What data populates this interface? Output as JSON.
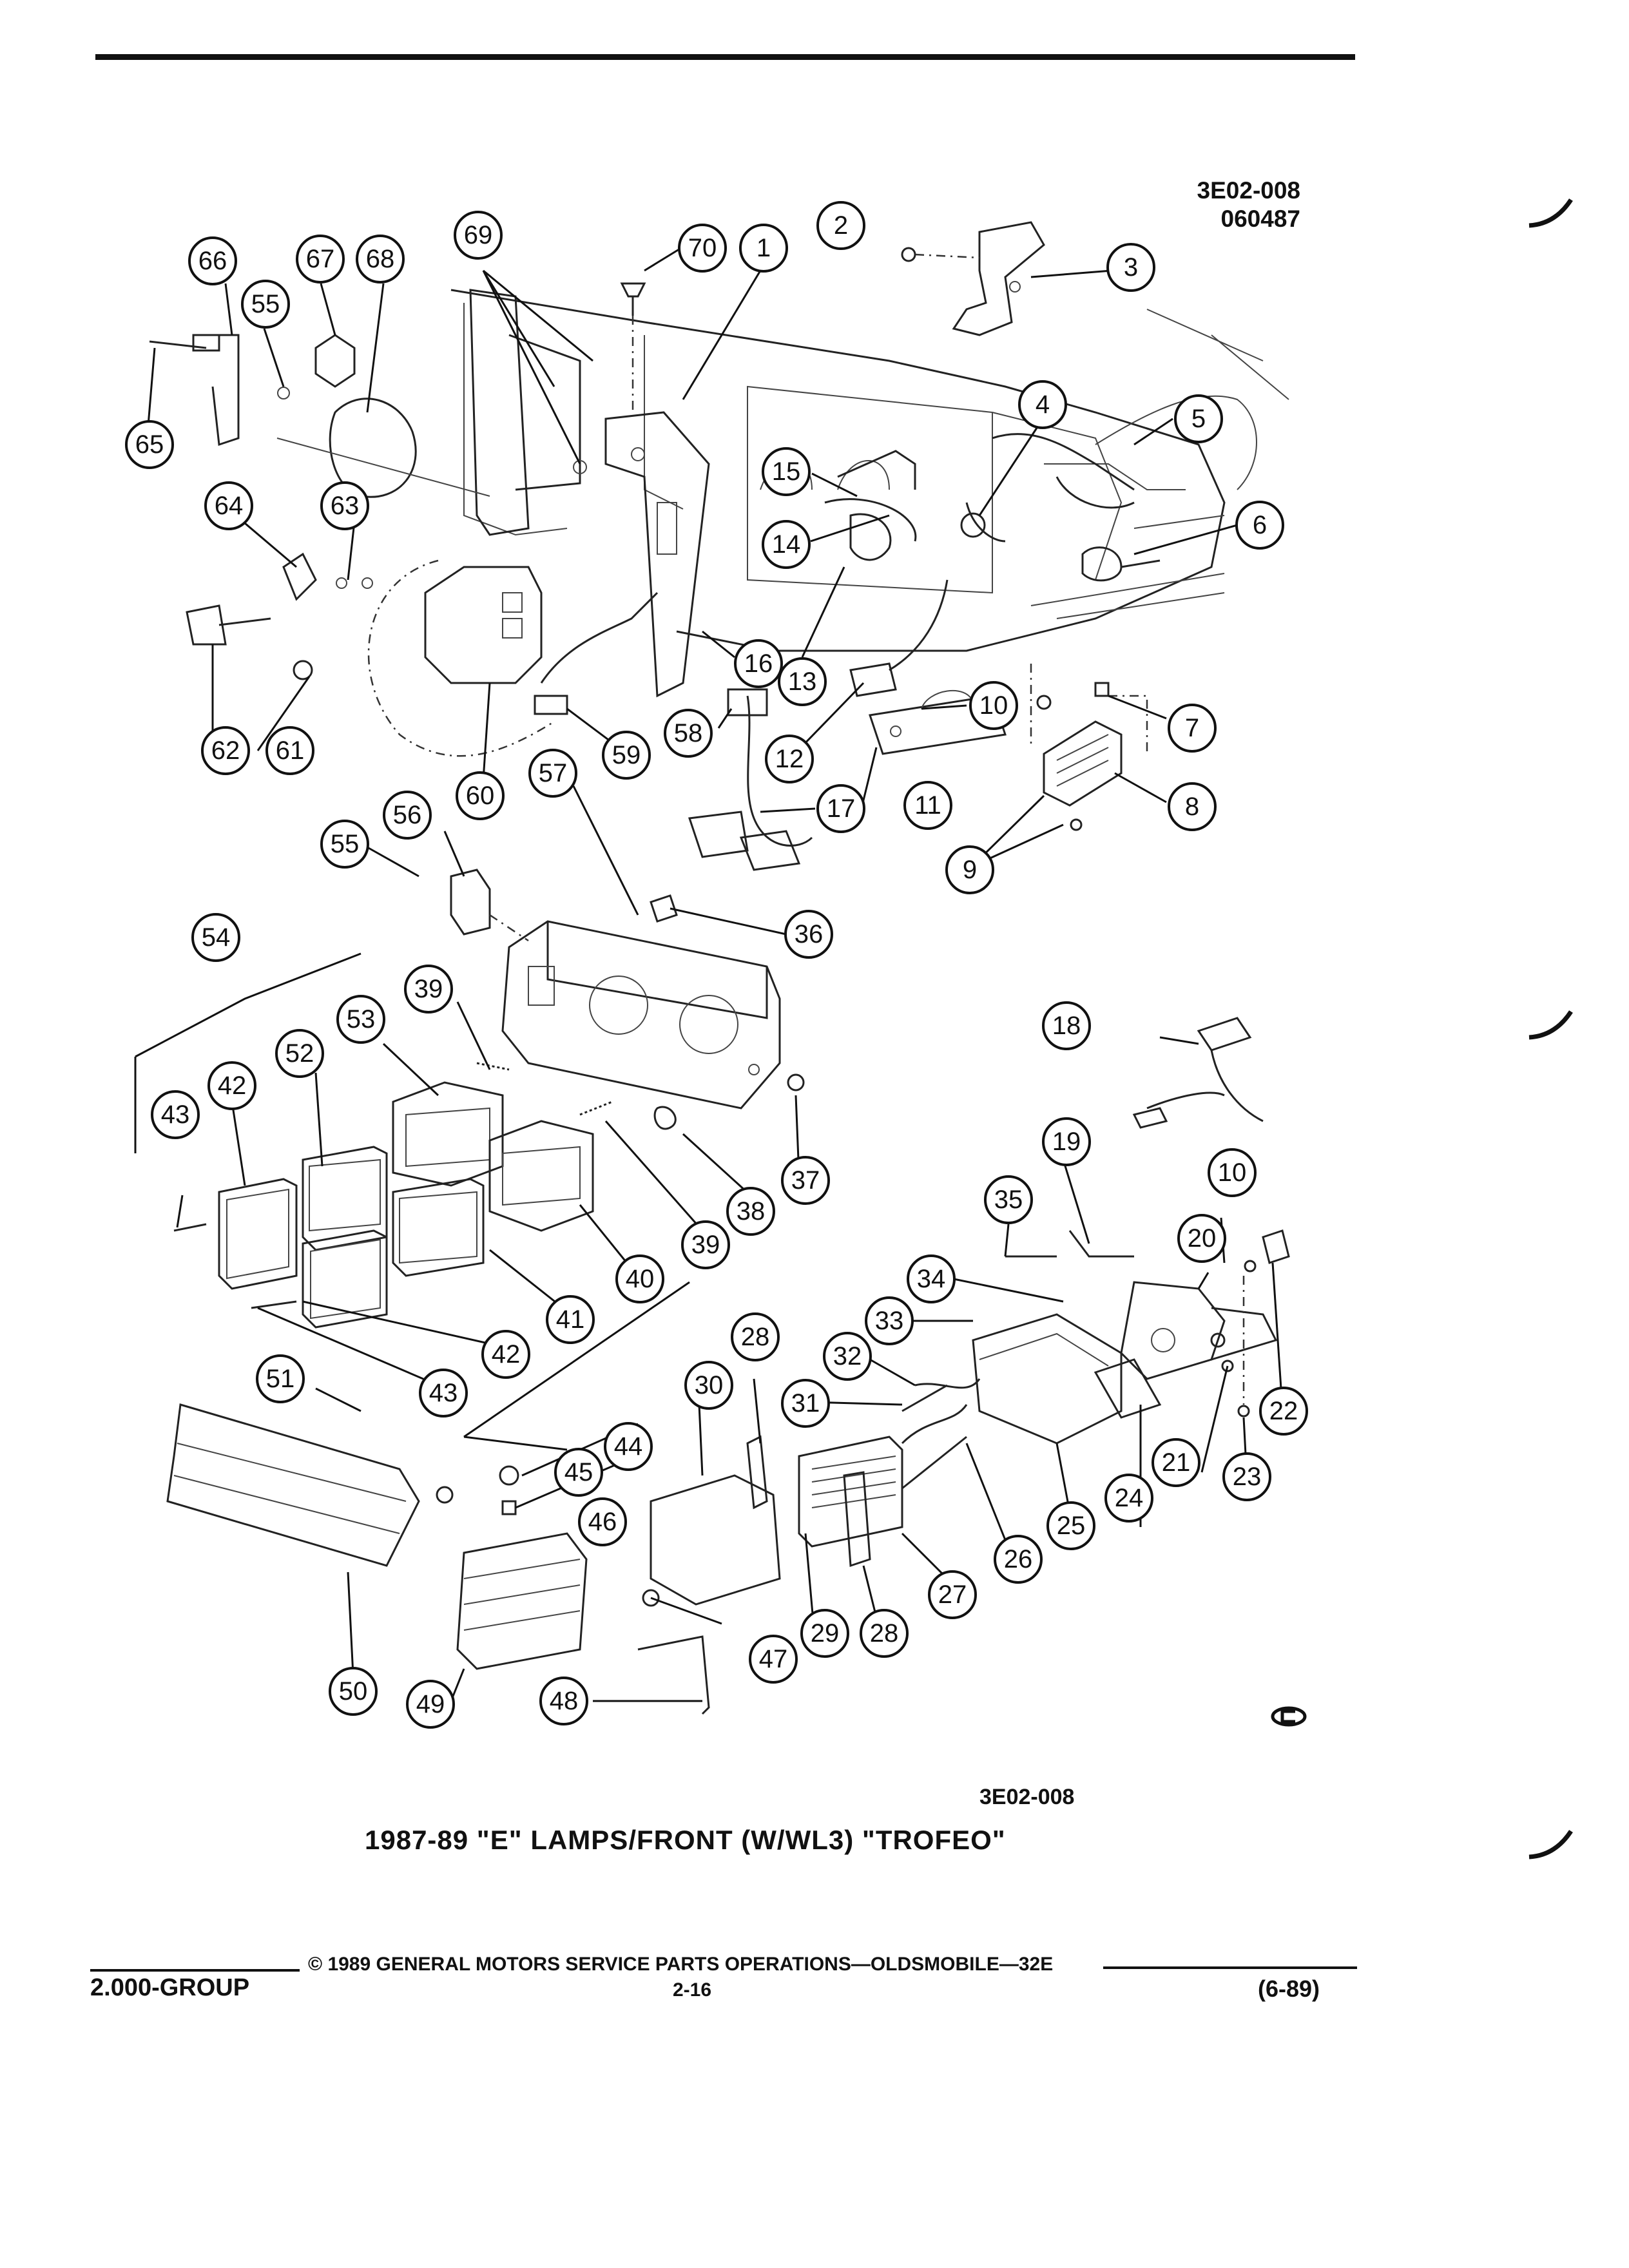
{
  "header": {
    "code_line1": "3E02-008",
    "code_line2": "060487"
  },
  "callouts": [
    "1",
    "2",
    "3",
    "4",
    "5",
    "6",
    "7",
    "8",
    "9",
    "10",
    "11",
    "12",
    "13",
    "14",
    "15",
    "16",
    "17",
    "18",
    "19",
    "10",
    "20",
    "21",
    "22",
    "23",
    "24",
    "25",
    "26",
    "27",
    "28",
    "28",
    "29",
    "30",
    "31",
    "32",
    "33",
    "34",
    "35",
    "36",
    "37",
    "38",
    "39",
    "39",
    "40",
    "41",
    "42",
    "42",
    "43",
    "43",
    "44",
    "45",
    "46",
    "47",
    "48",
    "49",
    "50",
    "51",
    "52",
    "53",
    "54",
    "55",
    "55",
    "56",
    "57",
    "58",
    "59",
    "60",
    "61",
    "62",
    "63",
    "64",
    "65",
    "66",
    "67",
    "68",
    "69",
    "70"
  ],
  "figure": {
    "code": "3E02-008",
    "caption": "1987-89 \"E\" LAMPS/FRONT (W/WL3) \"TROFEO\""
  },
  "footer": {
    "copyright": "© 1989 GENERAL MOTORS SERVICE PARTS OPERATIONS—OLDSMOBILE—32E",
    "group": "2.000-GROUP",
    "page": "2-16",
    "date": "(6-89)"
  }
}
